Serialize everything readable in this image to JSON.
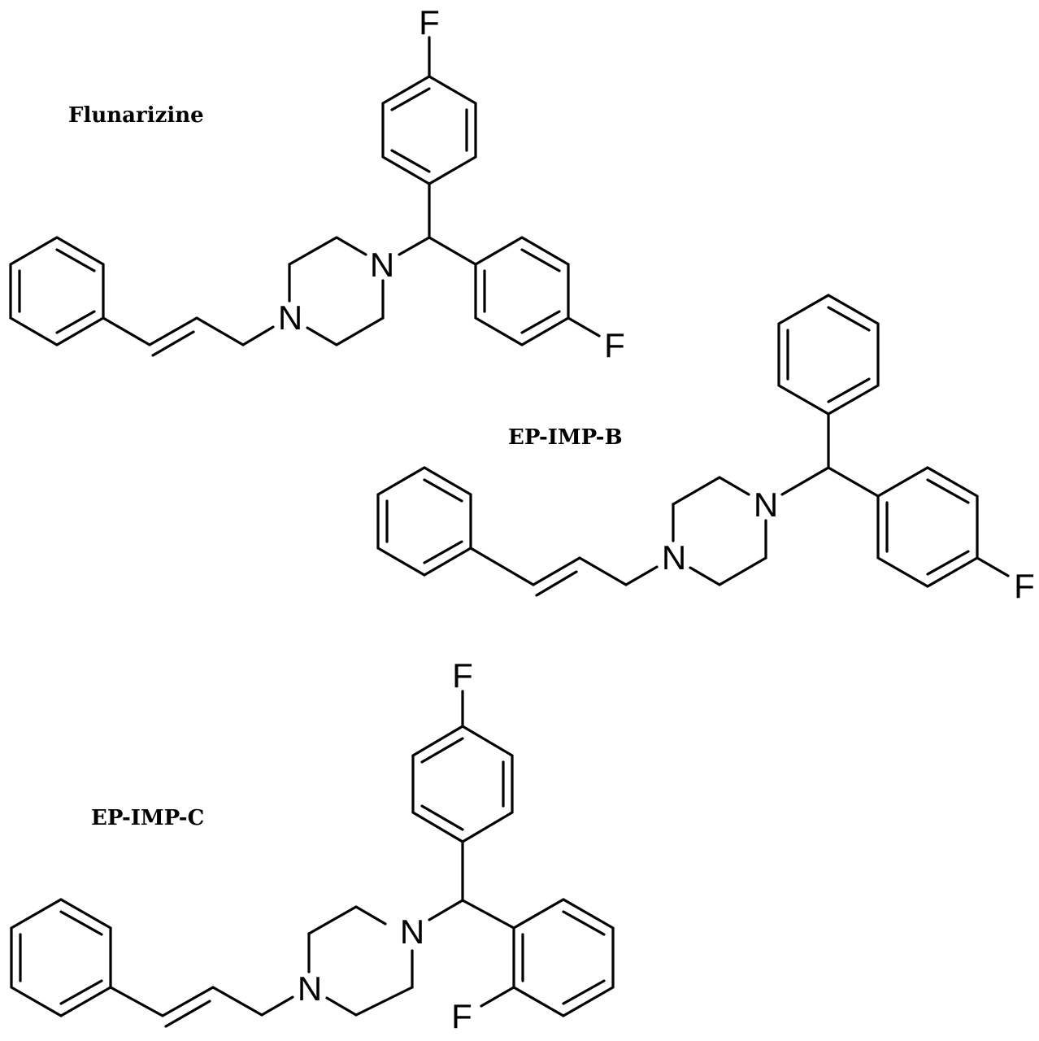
{
  "molecules": [
    {
      "label": "Flunarizine",
      "atoms": {
        "n1": "N",
        "n2": "N",
        "f1": "F",
        "f2": "F"
      }
    },
    {
      "label": "EP-IMP-B",
      "atoms": {
        "n1": "N",
        "n2": "N",
        "f1": "F"
      }
    },
    {
      "label": "EP-IMP-C",
      "atoms": {
        "n1": "N",
        "n2": "N",
        "f1": "F",
        "f2": "F"
      }
    }
  ],
  "colors": {
    "ink": "#000000",
    "background": "#ffffff"
  }
}
